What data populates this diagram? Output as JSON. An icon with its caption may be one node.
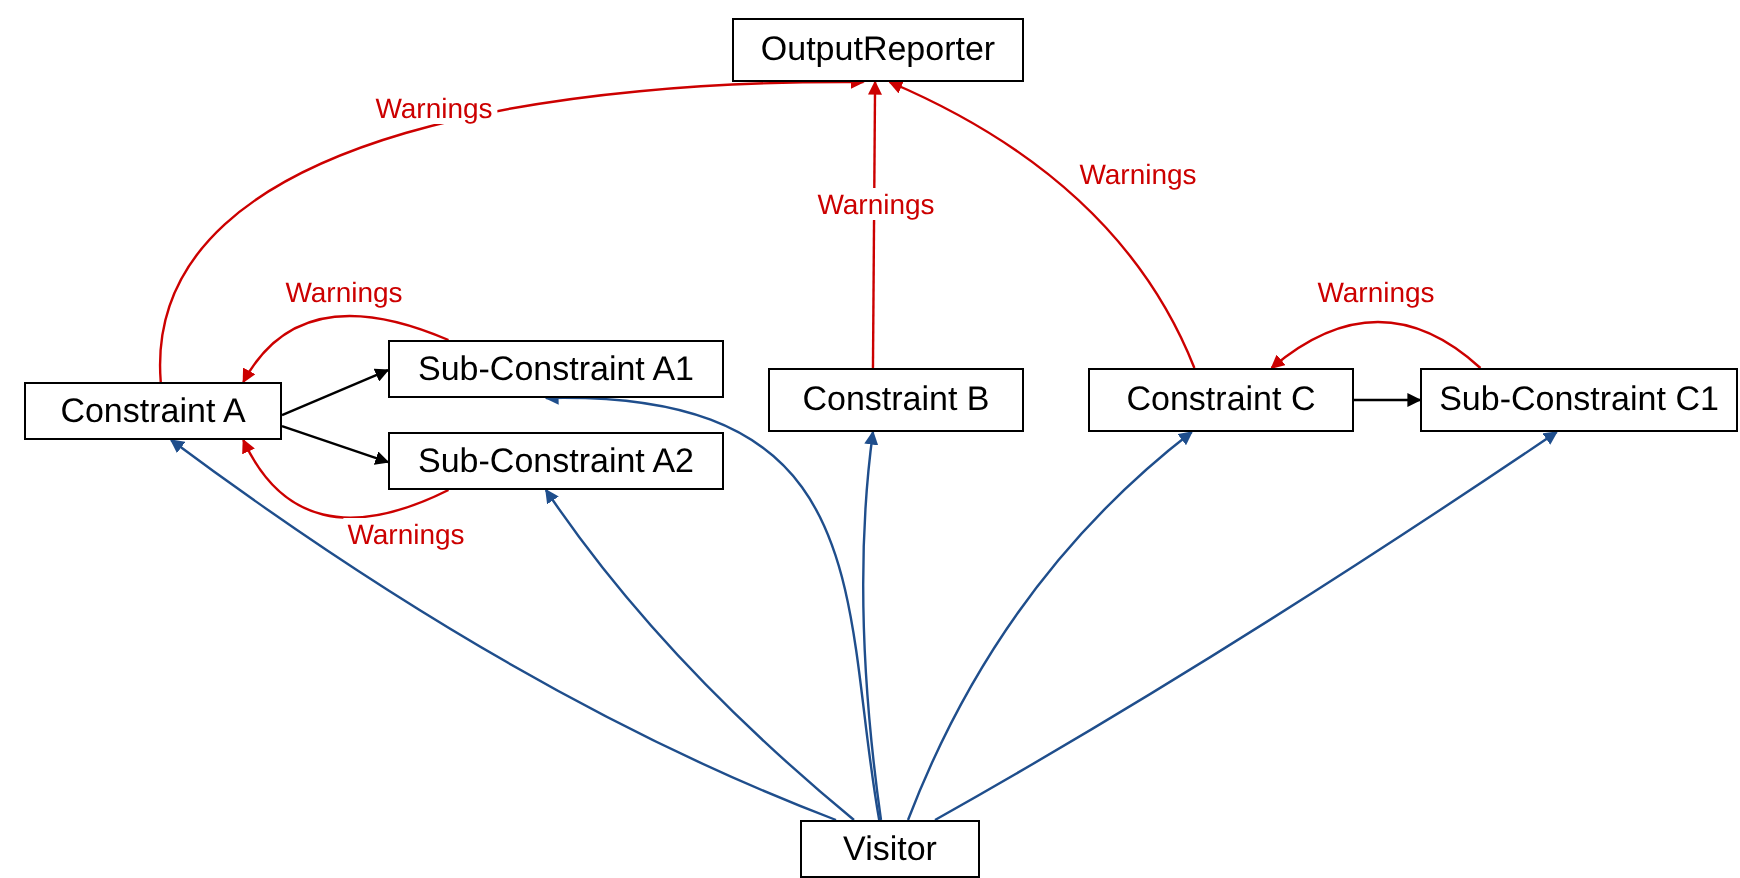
{
  "diagram": {
    "nodes": [
      {
        "text": [
          "OutputReporter"
        ]
      },
      {
        "text": [
          "Constraint A"
        ]
      },
      {
        "text": [
          "Sub-Constraint A1"
        ]
      },
      {
        "text": [
          "Sub-Constraint A2"
        ]
      },
      {
        "text": [
          "Constraint B"
        ]
      },
      {
        "text": [
          "Constraint C"
        ]
      },
      {
        "text": [
          "Sub-Constraint C1"
        ]
      },
      {
        "text": [
          "Visitor"
        ]
      }
    ],
    "edges": [
      {
        "from": 1,
        "to": 2,
        "arrow": "to",
        "color": "#000000"
      },
      {
        "from": 1,
        "to": 3,
        "arrow": "to",
        "color": "#000000"
      },
      {
        "from": 5,
        "to": 6,
        "arrow": "to",
        "color": "#000000"
      },
      {
        "from": 2,
        "to": 1,
        "arrow": "to",
        "label": "Warnings",
        "color": "#cc0000"
      },
      {
        "from": 3,
        "to": 1,
        "arrow": "to",
        "label": "Warnings",
        "color": "#cc0000"
      },
      {
        "from": 6,
        "to": 5,
        "arrow": "to",
        "label": "Warnings",
        "color": "#cc0000"
      },
      {
        "from": 1,
        "to": 0,
        "arrow": "to",
        "label": "Warnings",
        "color": "#cc0000"
      },
      {
        "from": 4,
        "to": 0,
        "arrow": "to",
        "label": "Warnings",
        "color": "#cc0000"
      },
      {
        "from": 5,
        "to": 0,
        "arrow": "to",
        "label": "Warnings",
        "color": "#cc0000"
      },
      {
        "from": 7,
        "to": 1,
        "arrow": "to",
        "color": "#1f4e8c"
      },
      {
        "from": 7,
        "to": 2,
        "arrow": "to",
        "color": "#1f4e8c"
      },
      {
        "from": 7,
        "to": 3,
        "arrow": "to",
        "color": "#1f4e8c"
      },
      {
        "from": 7,
        "to": 4,
        "arrow": "to",
        "color": "#1f4e8c"
      },
      {
        "from": 7,
        "to": 5,
        "arrow": "to",
        "color": "#1f4e8c"
      },
      {
        "from": 7,
        "to": 6,
        "arrow": "to",
        "color": "#1f4e8c"
      }
    ]
  }
}
